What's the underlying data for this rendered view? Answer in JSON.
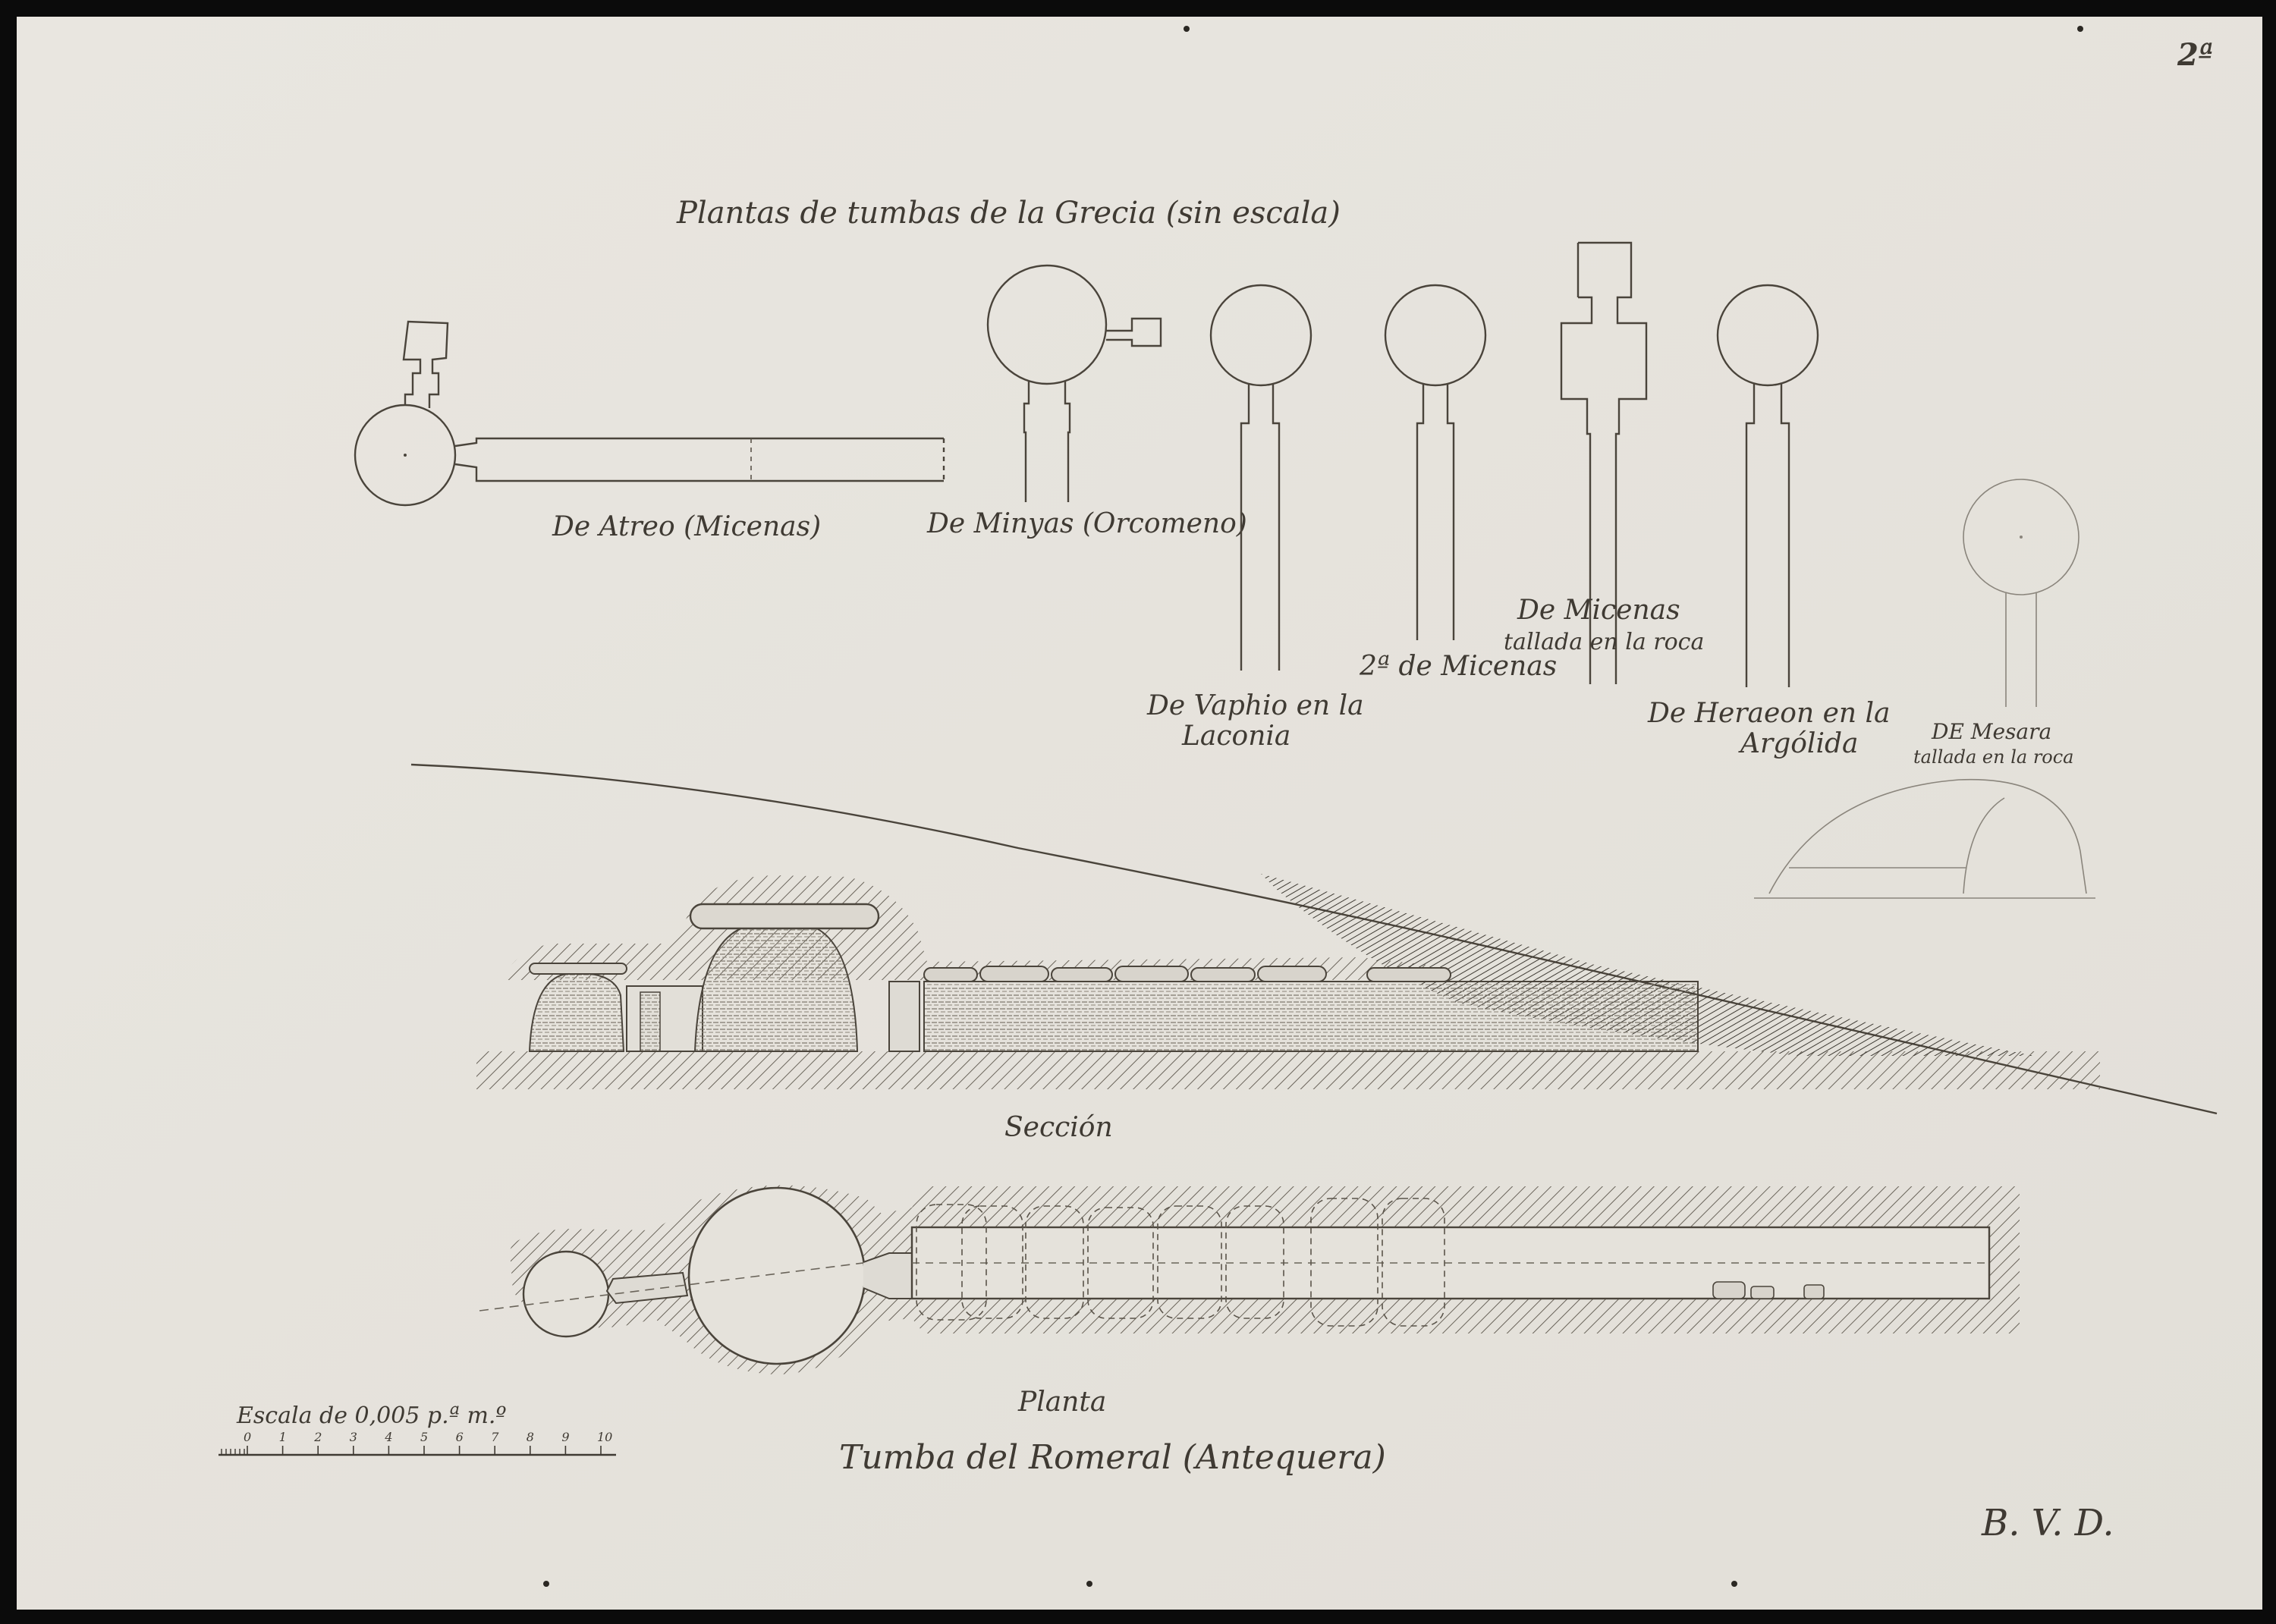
{
  "sheet": {
    "sheet_number": "2ª",
    "title": "Plantas de tumbas de la Grecia (sin escala)",
    "main_title": "Tumba del Romeral (Antequera)",
    "signature": "B. V. D.",
    "colors": {
      "paper": "#e7e4de",
      "ink": "#4a443b",
      "background": "#0b0b0b"
    }
  },
  "tomb_plans": [
    {
      "label": "De Atreo (Micenas)"
    },
    {
      "label": "De Minyas (Orcomeno)"
    },
    {
      "label_line1": "De Vaphio en la",
      "label_line2": "Laconia"
    },
    {
      "label": "2ª de Micenas"
    },
    {
      "label_line1": "De Micenas",
      "label_line2": "tallada en la roca"
    },
    {
      "label_line1": "De Heraeon en la",
      "label_line2": "Argólida"
    },
    {
      "label_line1": "DE Mesara",
      "label_line2": "tallada en la roca"
    }
  ],
  "views": {
    "section_label": "Sección",
    "plan_label": "Planta"
  },
  "scale": {
    "label": "Escala de 0,005 p.ª m.º",
    "ticks": [
      "0",
      "1",
      "2",
      "3",
      "4",
      "5",
      "6",
      "7",
      "8",
      "9",
      "10"
    ]
  }
}
